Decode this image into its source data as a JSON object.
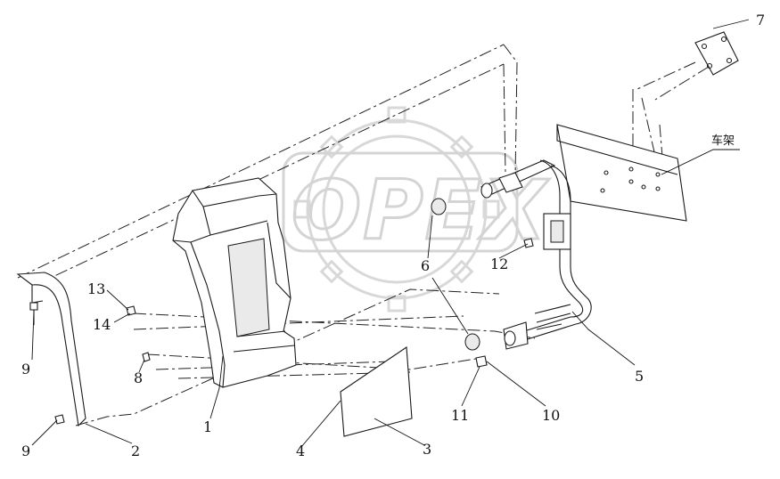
{
  "watermark": {
    "text": "OPEX"
  },
  "callouts": [
    {
      "id": "label-1",
      "text": "1"
    },
    {
      "id": "label-2",
      "text": "2"
    },
    {
      "id": "label-3",
      "text": "3"
    },
    {
      "id": "label-4",
      "text": "4"
    },
    {
      "id": "label-5",
      "text": "5"
    },
    {
      "id": "label-6",
      "text": "6"
    },
    {
      "id": "label-7",
      "text": "7"
    },
    {
      "id": "label-8",
      "text": "8"
    },
    {
      "id": "label-9a",
      "text": "9"
    },
    {
      "id": "label-9b",
      "text": "9"
    },
    {
      "id": "label-10",
      "text": "10"
    },
    {
      "id": "label-11",
      "text": "11"
    },
    {
      "id": "label-12",
      "text": "12"
    },
    {
      "id": "label-13",
      "text": "13"
    },
    {
      "id": "label-14",
      "text": "14"
    },
    {
      "id": "label-frame",
      "text": "车架"
    }
  ]
}
